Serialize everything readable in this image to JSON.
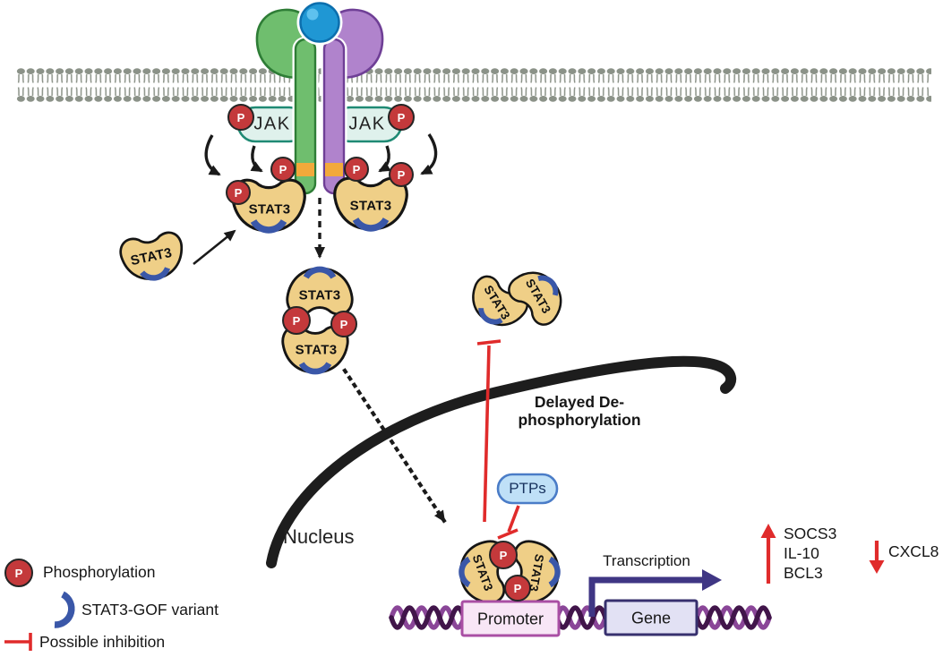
{
  "figure": {
    "description": "JAK-STAT3 gain-of-function signaling pathway diagram"
  },
  "labels": {
    "p": "P",
    "jak": "JAK",
    "stat3": "STAT3",
    "ptps": "PTPs",
    "nucleus": "Nucleus",
    "delayed_line1": "Delayed De-",
    "delayed_line2": "phosphorylation",
    "transcription": "Transcription",
    "promoter": "Promoter",
    "gene": "Gene"
  },
  "genes": {
    "up": [
      "SOCS3",
      "IL-10",
      "BCL3"
    ],
    "down": [
      "CXCL8"
    ]
  },
  "legend": {
    "items": [
      {
        "symbol": "p-circle",
        "label": "Phosphorylation"
      },
      {
        "symbol": "blue-arc",
        "label": "STAT3-GOF variant"
      },
      {
        "symbol": "red-tbar",
        "label": "Possible inhibition"
      }
    ]
  },
  "colors": {
    "phospho_red": "#c4393b",
    "stat3_fill": "#efcf87",
    "gof_blue": "#3a57a8",
    "jak_fill": "#dff1ec",
    "jak_border": "#1f8a74",
    "receptor_green": "#6fbe6e",
    "receptor_green_border": "#2e7d36",
    "receptor_purple": "#b083cc",
    "receptor_purple_border": "#6f3f96",
    "ligand_blue": "#1f97d4",
    "ligand_highlight": "#5ec1ee",
    "membrane_gray": "#8b9288",
    "orange_segment": "#f2a93b",
    "inhibition_red": "#e02b2b",
    "nucleus_black": "#1d1d1d",
    "ptps_fill": "#bfe0f7",
    "ptps_border": "#4a7cc7",
    "promoter_fill": "#f8e6f6",
    "promoter_border": "#a94fa4",
    "gene_fill": "#e2e1f4",
    "gene_border": "#37306e",
    "transcription_purple": "#3f3684",
    "dna_dark": "#41154a",
    "dna_light": "#8a4698"
  }
}
